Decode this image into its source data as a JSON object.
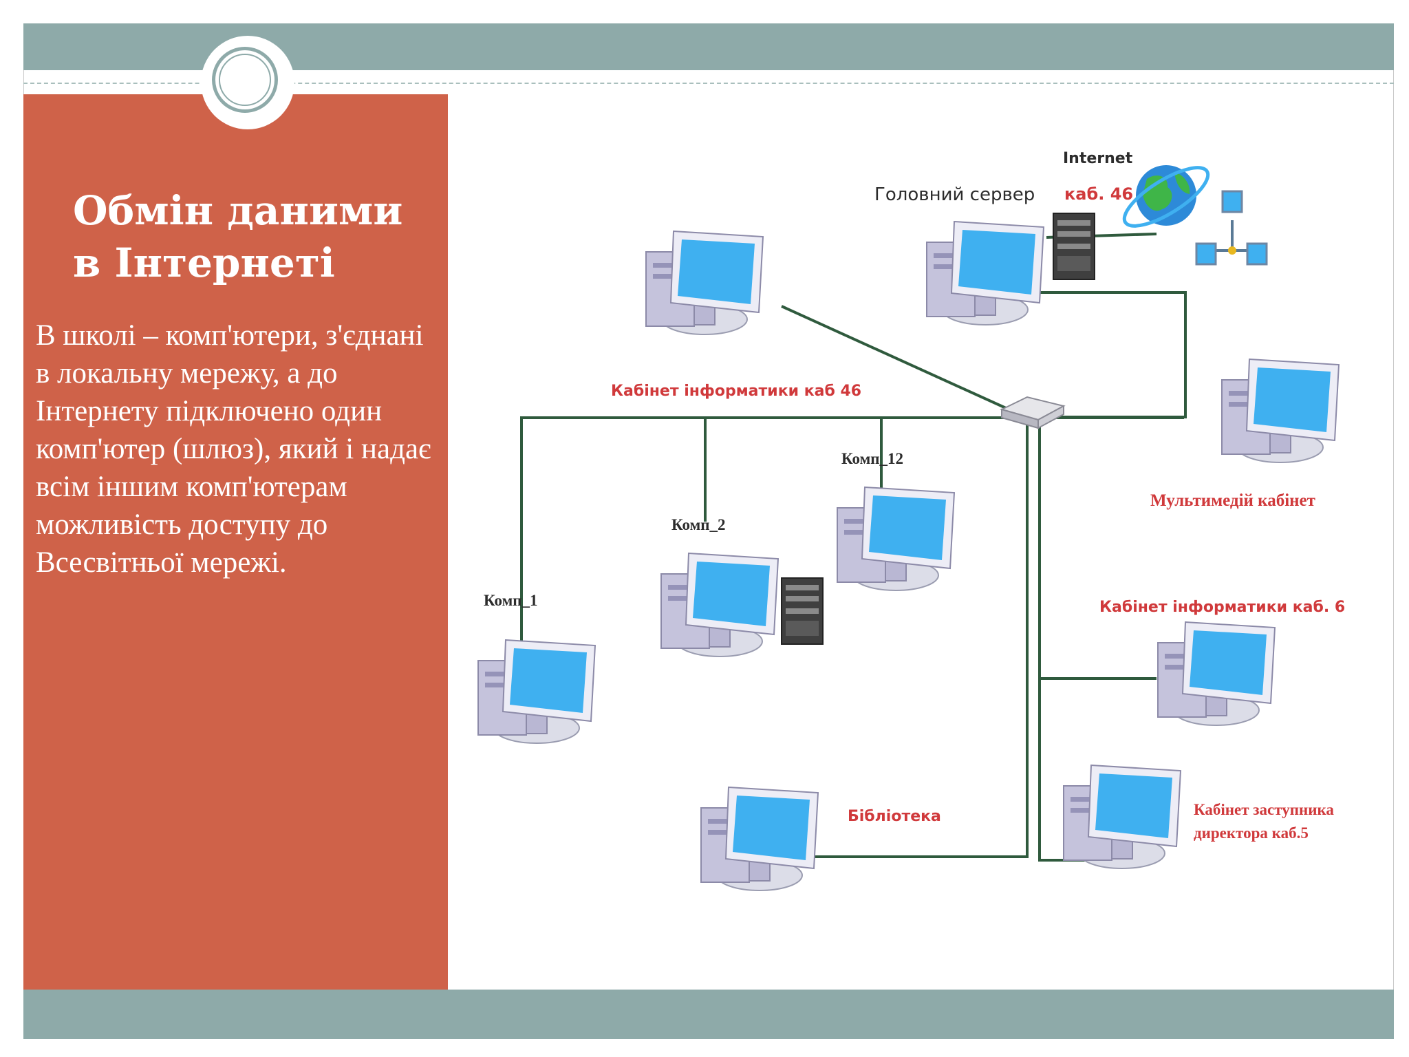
{
  "slide": {
    "title_line1": "Обмін даними",
    "title_line2": "в Інтернеті",
    "body": "В школі – комп'ютери, з'єднані в локальну мережу, а до Інтернету підключено один комп'ютер (шлюз), який і надає всім іншим комп'ютерам можливість доступу до Всесвітньої мережі."
  },
  "colors": {
    "panel": "#cf6249",
    "band": "#8eaaa9",
    "text_light": "#ffffff",
    "label_red": "#d0393b",
    "cable": "#2f5a3d",
    "screen": "#3fb0f0"
  },
  "diagram": {
    "internet": "Internet",
    "main_server": "Головний сервер",
    "server_room": "каб. 46",
    "lab_46": "Кабінет інформатики  каб 46",
    "comp_12": "Комп_12",
    "comp_2": "Комп_2",
    "comp_1": "Комп_1",
    "multimedia": "Мультимедій кабінет",
    "lab_6": "Кабінет інформатики  каб. 6",
    "library": "Бібліотека",
    "deputy_line1": "Кабінет заступника",
    "deputy_line2": "директора каб.5"
  }
}
